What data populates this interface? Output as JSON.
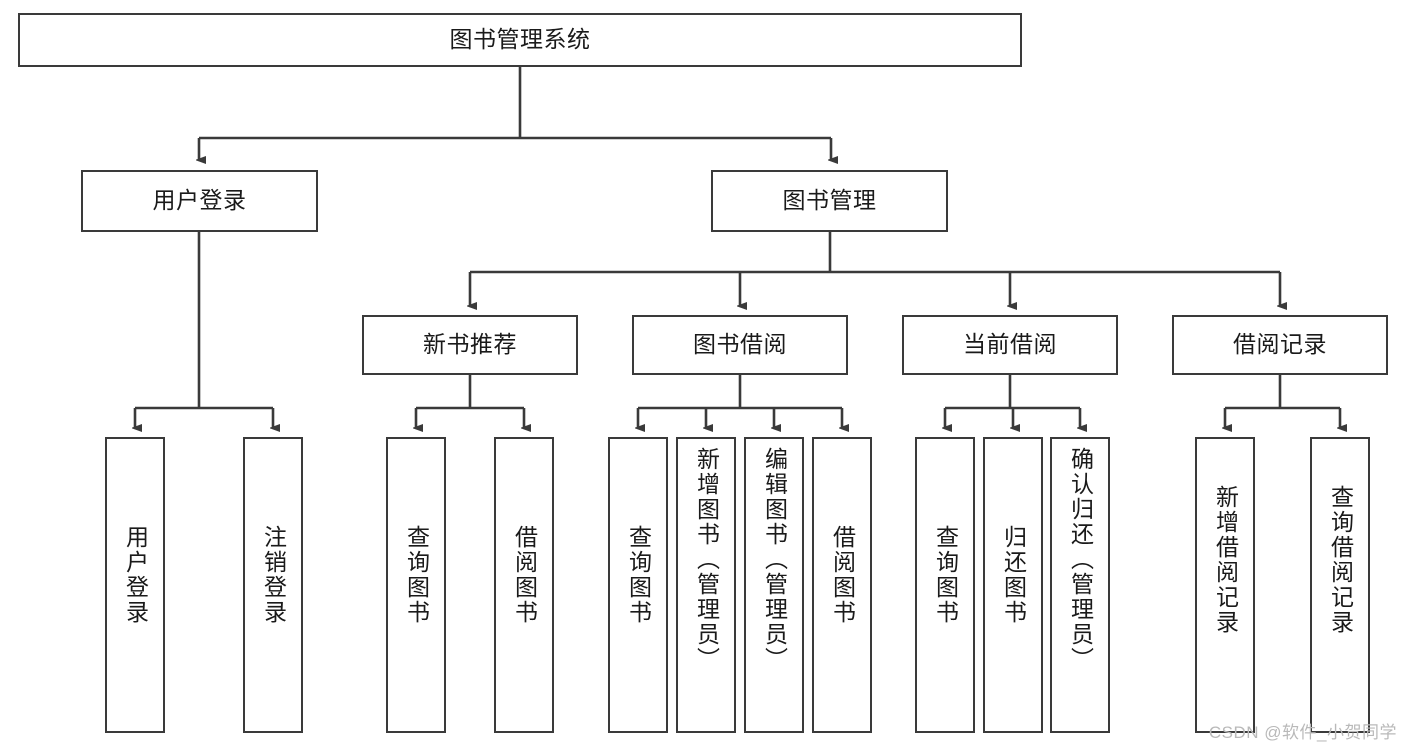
{
  "diagram": {
    "title": "图书管理系统",
    "watermark": "CSDN @软件_小贺同学",
    "levels": {
      "level1": [
        {
          "id": "root",
          "label": "图书管理系统"
        }
      ],
      "level2": [
        {
          "id": "user-login",
          "label": "用户登录"
        },
        {
          "id": "book-manage",
          "label": "图书管理"
        }
      ],
      "level3": [
        {
          "id": "new-book-recommend",
          "label": "新书推荐"
        },
        {
          "id": "book-borrow",
          "label": "图书借阅"
        },
        {
          "id": "current-borrow",
          "label": "当前借阅"
        },
        {
          "id": "borrow-record",
          "label": "借阅记录"
        }
      ],
      "level4": [
        {
          "id": "leaf-user-login",
          "label": "用户登录",
          "parent": "user-login"
        },
        {
          "id": "leaf-logout-login",
          "label": "注销登录",
          "parent": "user-login"
        },
        {
          "id": "leaf-query-book-1",
          "label": "查询图书",
          "parent": "new-book-recommend"
        },
        {
          "id": "leaf-borrow-book-1",
          "label": "借阅图书",
          "parent": "new-book-recommend"
        },
        {
          "id": "leaf-query-book-2",
          "label": "查询图书",
          "parent": "book-borrow"
        },
        {
          "id": "leaf-add-book",
          "label": "新增图书（管理员）",
          "parent": "book-borrow"
        },
        {
          "id": "leaf-edit-book",
          "label": "编辑图书（管理员）",
          "parent": "book-borrow"
        },
        {
          "id": "leaf-borrow-book-2",
          "label": "借阅图书",
          "parent": "book-borrow"
        },
        {
          "id": "leaf-query-book-3",
          "label": "查询图书",
          "parent": "current-borrow"
        },
        {
          "id": "leaf-return-book",
          "label": "归还图书",
          "parent": "current-borrow"
        },
        {
          "id": "leaf-confirm-return",
          "label": "确认归还（管理员）",
          "parent": "current-borrow"
        },
        {
          "id": "leaf-add-record",
          "label": "新增借阅记录",
          "parent": "borrow-record"
        },
        {
          "id": "leaf-query-record",
          "label": "查询借阅记录",
          "parent": "borrow-record"
        }
      ]
    },
    "colors": {
      "stroke": "#3a3a3a",
      "text": "#1a1a1a",
      "background": "#ffffff",
      "watermark": "#b9b9b9"
    }
  }
}
